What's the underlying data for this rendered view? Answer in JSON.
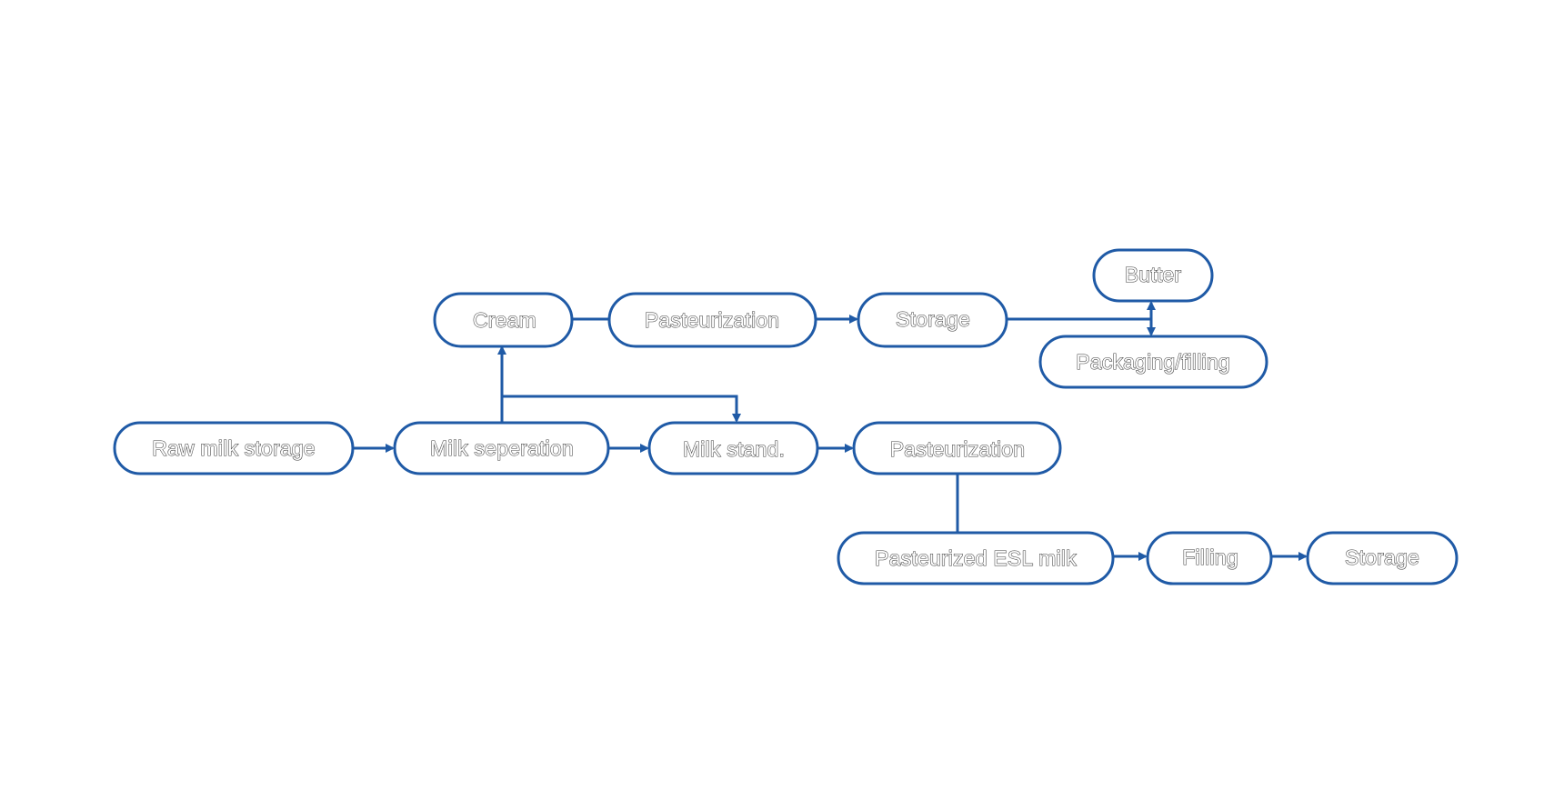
{
  "colors": {
    "accent": "#1f5aa6",
    "text_outline": "#3d3d3d",
    "background": "#ffffff"
  },
  "nodes": {
    "raw_milk_storage": "Raw milk storage",
    "milk_separation": "Milk seperation",
    "milk_stand": "Milk stand.",
    "pasteurization_milk": "Pasteurization",
    "cream": "Cream",
    "pasteurization_cream": "Pasteurization",
    "storage_cream": "Storage",
    "butter": "Butter",
    "packaging_filling": "Packaging/filling",
    "pasteurized_esl_milk": "Pasteurized ESL milk",
    "filling": "Filling",
    "storage_final": "Storage"
  },
  "edges": [
    {
      "from": "raw_milk_storage",
      "to": "milk_separation",
      "arrow": true
    },
    {
      "from": "milk_separation",
      "to": "milk_stand",
      "arrow": true
    },
    {
      "from": "milk_stand",
      "to": "pasteurization_milk",
      "arrow": true
    },
    {
      "from": "milk_separation",
      "to": "cream",
      "arrow": true
    },
    {
      "from": "milk_separation",
      "to": "milk_stand",
      "arrow": true,
      "route": "over"
    },
    {
      "from": "cream",
      "to": "pasteurization_cream",
      "arrow": false
    },
    {
      "from": "pasteurization_cream",
      "to": "storage_cream",
      "arrow": true
    },
    {
      "from": "storage_cream",
      "to": "butter",
      "arrow": true
    },
    {
      "from": "storage_cream",
      "to": "packaging_filling",
      "arrow": true
    },
    {
      "from": "pasteurization_milk",
      "to": "pasteurized_esl_milk",
      "arrow": false
    },
    {
      "from": "pasteurized_esl_milk",
      "to": "filling",
      "arrow": true
    },
    {
      "from": "filling",
      "to": "storage_final",
      "arrow": true
    }
  ]
}
